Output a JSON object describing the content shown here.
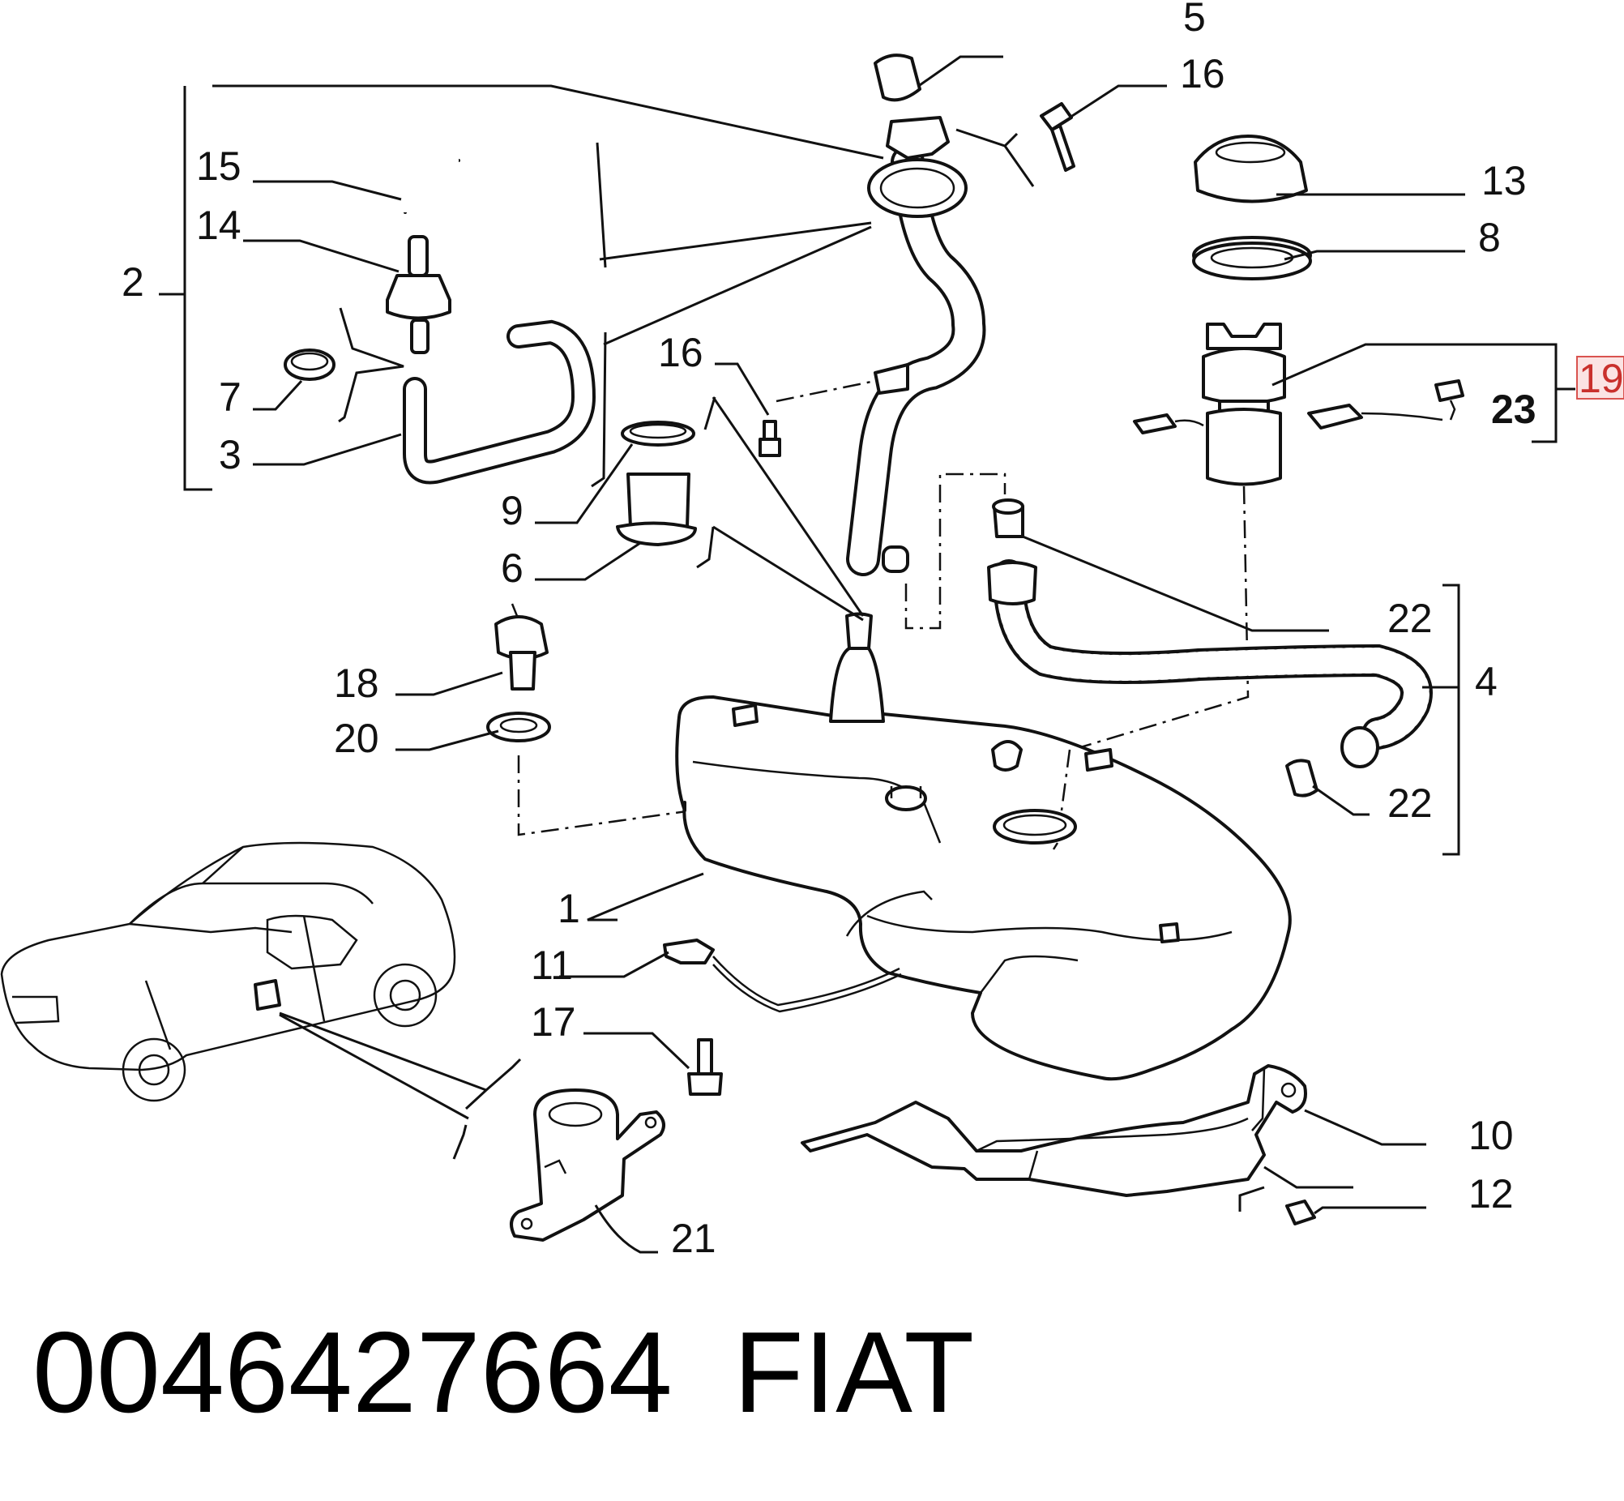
{
  "diagram": {
    "callouts": {
      "c1": "1",
      "c2": "2",
      "c3": "3",
      "c4": "4",
      "c5": "5",
      "c6": "6",
      "c7": "7",
      "c8": "8",
      "c9": "9",
      "c10": "10",
      "c11": "11",
      "c12": "12",
      "c13": "13",
      "c14": "14",
      "c15": "15",
      "c16a": "16",
      "c16b": "16",
      "c17": "17",
      "c18": "18",
      "c19": "19",
      "c20": "20",
      "c21": "21",
      "c22a": "22",
      "c22b": "22",
      "c23": "23"
    },
    "highlighted_callout": "19",
    "highlight_color": "#d9534f"
  },
  "caption": {
    "part_number": "0046427664",
    "brand": "FIAT"
  }
}
